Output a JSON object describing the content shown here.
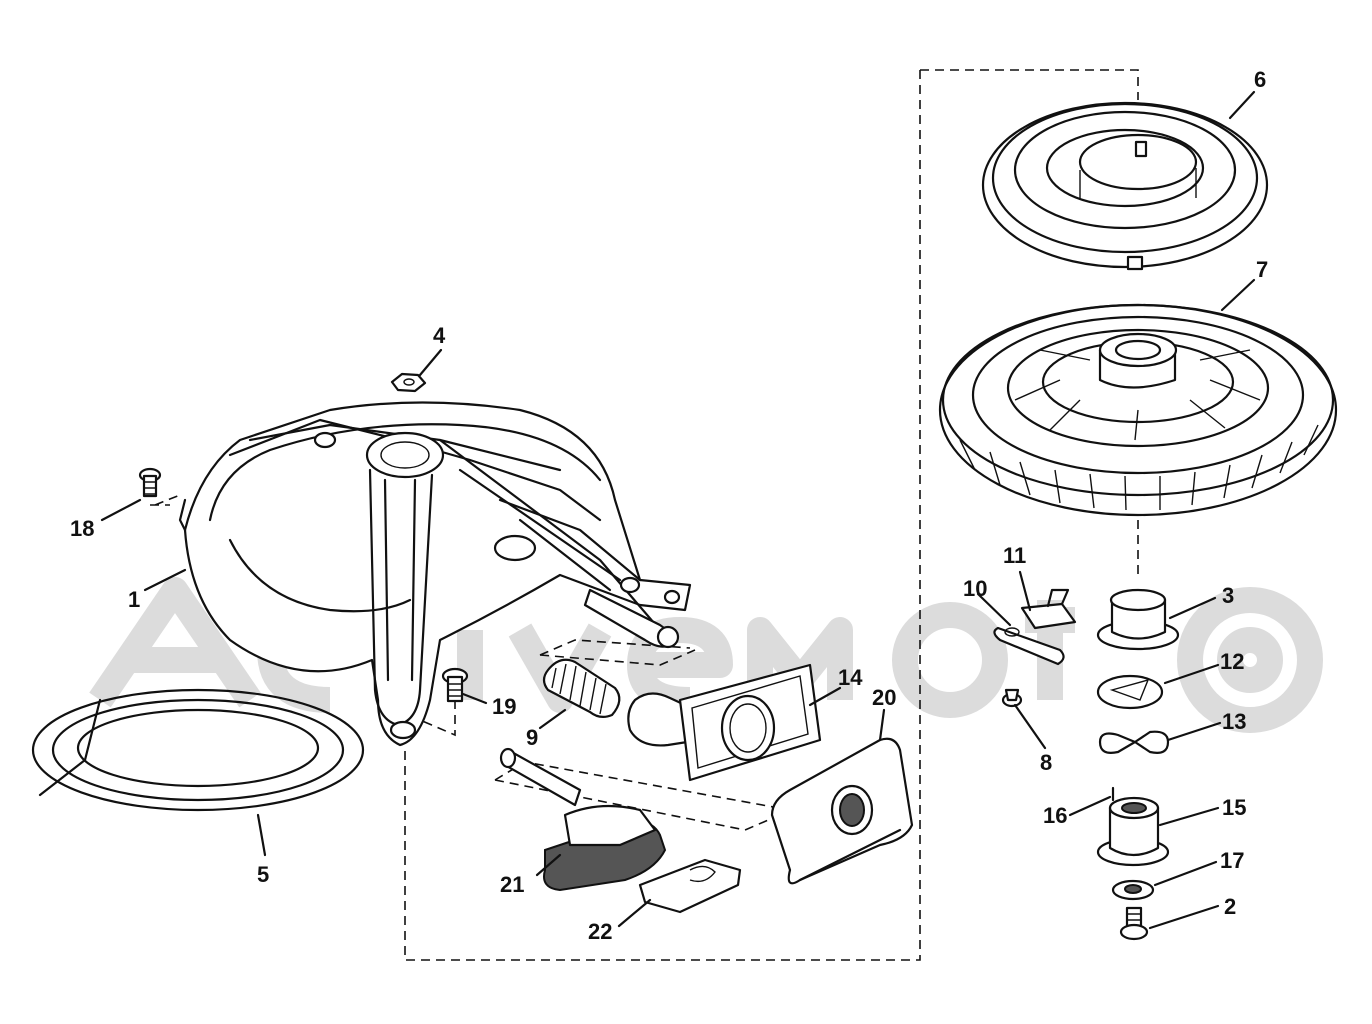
{
  "callouts": [
    {
      "id": "c1",
      "text": "1"
    },
    {
      "id": "c2",
      "text": "2"
    },
    {
      "id": "c3",
      "text": "3"
    },
    {
      "id": "c4",
      "text": "4"
    },
    {
      "id": "c5",
      "text": "5"
    },
    {
      "id": "c6",
      "text": "6"
    },
    {
      "id": "c7",
      "text": "7"
    },
    {
      "id": "c8",
      "text": "8"
    },
    {
      "id": "c9",
      "text": "9"
    },
    {
      "id": "c10",
      "text": "10"
    },
    {
      "id": "c11",
      "text": "11"
    },
    {
      "id": "c12",
      "text": "12"
    },
    {
      "id": "c13",
      "text": "13"
    },
    {
      "id": "c14",
      "text": "14"
    },
    {
      "id": "c15",
      "text": "15"
    },
    {
      "id": "c16",
      "text": "16"
    },
    {
      "id": "c17",
      "text": "17"
    },
    {
      "id": "c18",
      "text": "18"
    },
    {
      "id": "c19",
      "text": "19"
    },
    {
      "id": "c20",
      "text": "20"
    },
    {
      "id": "c21",
      "text": "21"
    },
    {
      "id": "c22",
      "text": "22"
    }
  ],
  "watermark": "ActiveMoto"
}
